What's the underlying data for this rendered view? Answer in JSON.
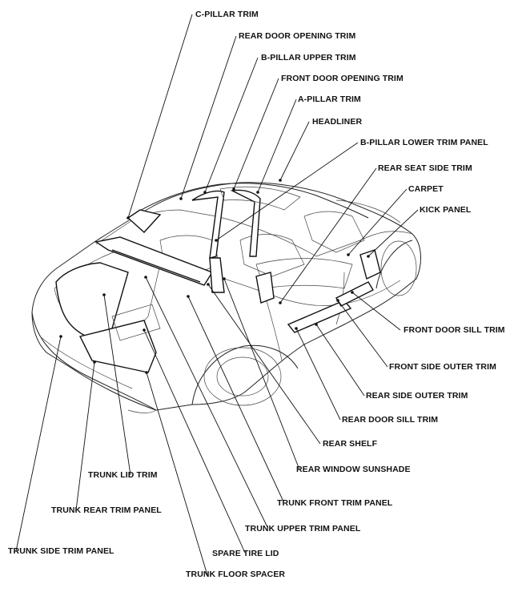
{
  "labels": {
    "c_pillar_trim": "C-PILLAR TRIM",
    "rear_door_opening_trim": "REAR DOOR OPENING TRIM",
    "b_pillar_upper_trim": "B-PILLAR UPPER TRIM",
    "front_door_opening_trim": "FRONT DOOR OPENING TRIM",
    "a_pillar_trim": "A-PILLAR TRIM",
    "headliner": "HEADLINER",
    "b_pillar_lower_trim_panel": "B-PILLAR LOWER TRIM PANEL",
    "rear_seat_side_trim": "REAR SEAT SIDE TRIM",
    "carpet": "CARPET",
    "kick_panel": "KICK PANEL",
    "front_door_sill_trim": "FRONT DOOR SILL TRIM",
    "front_side_outer_trim": "FRONT SIDE OUTER TRIM",
    "rear_side_outer_trim": "REAR SIDE OUTER TRIM",
    "rear_door_sill_trim": "REAR DOOR SILL TRIM",
    "rear_shelf": "REAR SHELF",
    "rear_window_sunshade": "REAR WINDOW SUNSHADE",
    "trunk_front_trim_panel": "TRUNK FRONT TRIM PANEL",
    "trunk_upper_trim_panel": "TRUNK UPPER TRIM PANEL",
    "spare_tire_lid": "SPARE TIRE LID",
    "trunk_floor_spacer": "TRUNK FLOOR SPACER",
    "trunk_lid_trim": "TRUNK LID TRIM",
    "trunk_rear_trim_panel": "TRUNK REAR TRIM PANEL",
    "trunk_side_trim_panel": "TRUNK SIDE TRIM PANEL"
  }
}
